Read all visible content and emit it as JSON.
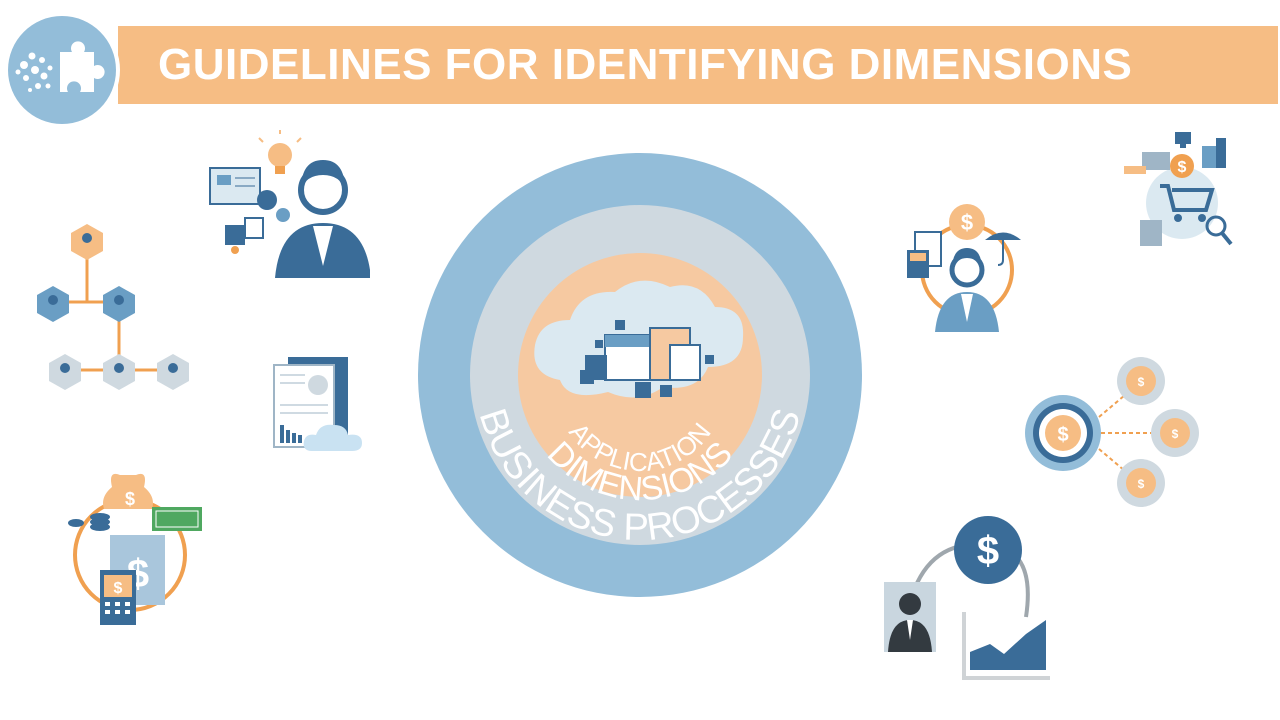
{
  "header": {
    "title": "GUIDELINES FOR IDENTIFYING DIMENSIONS",
    "logo_icon": "puzzle-icon"
  },
  "diagram": {
    "rings": [
      {
        "label": "APPLICATION",
        "color": "#f6c9a1"
      },
      {
        "label": "DIMENSIONS",
        "color": "#cfd9e0"
      },
      {
        "label": "BUSINESS PROCESSES",
        "color": "#93bdd9"
      }
    ],
    "core_icon": "data-cubes-cloud-icon"
  },
  "icons": [
    "analyst-ideas-icon",
    "org-chart-icon",
    "report-cloud-icon",
    "finance-cycle-icon",
    "insurance-agent-icon",
    "retail-shopping-icon",
    "money-distribution-icon",
    "investor-growth-icon"
  ],
  "colors": {
    "orange": "#f6bd84",
    "dark_orange": "#f0a050",
    "blue": "#3a6c98",
    "light_blue": "#93bdd9",
    "gray_blue": "#cfd9e0"
  }
}
